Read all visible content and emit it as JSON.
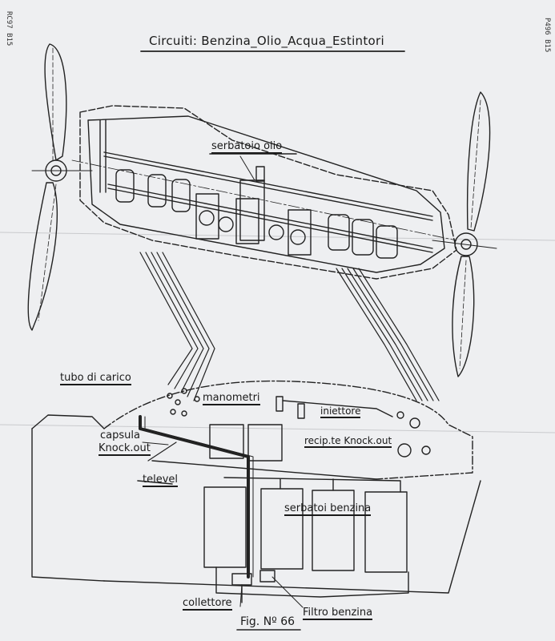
{
  "title": "Circuiti: Benzina_Olio_Acqua_Estintori",
  "margin_notes": {
    "left": "RC97 B15",
    "right": "P496 B15"
  },
  "labels": {
    "serbatoio_olio": "serbatoio olio",
    "tubo_di_carico": "tubo di carico",
    "manometri": "manometri",
    "iniettore": "iniettore",
    "capsula": "capsula",
    "knock_out": "Knock.out",
    "recip_knock_out": "recip.te Knock.out",
    "televel": "televel",
    "serbatoi_benzina": "serbatoi benzina",
    "collettore": "collettore",
    "filtro_benzina": "Filtro benzina"
  },
  "figure_caption": "Fig. Nº 66",
  "colors": {
    "ink": "#1a1a1a",
    "paper": "#eeeff1"
  }
}
